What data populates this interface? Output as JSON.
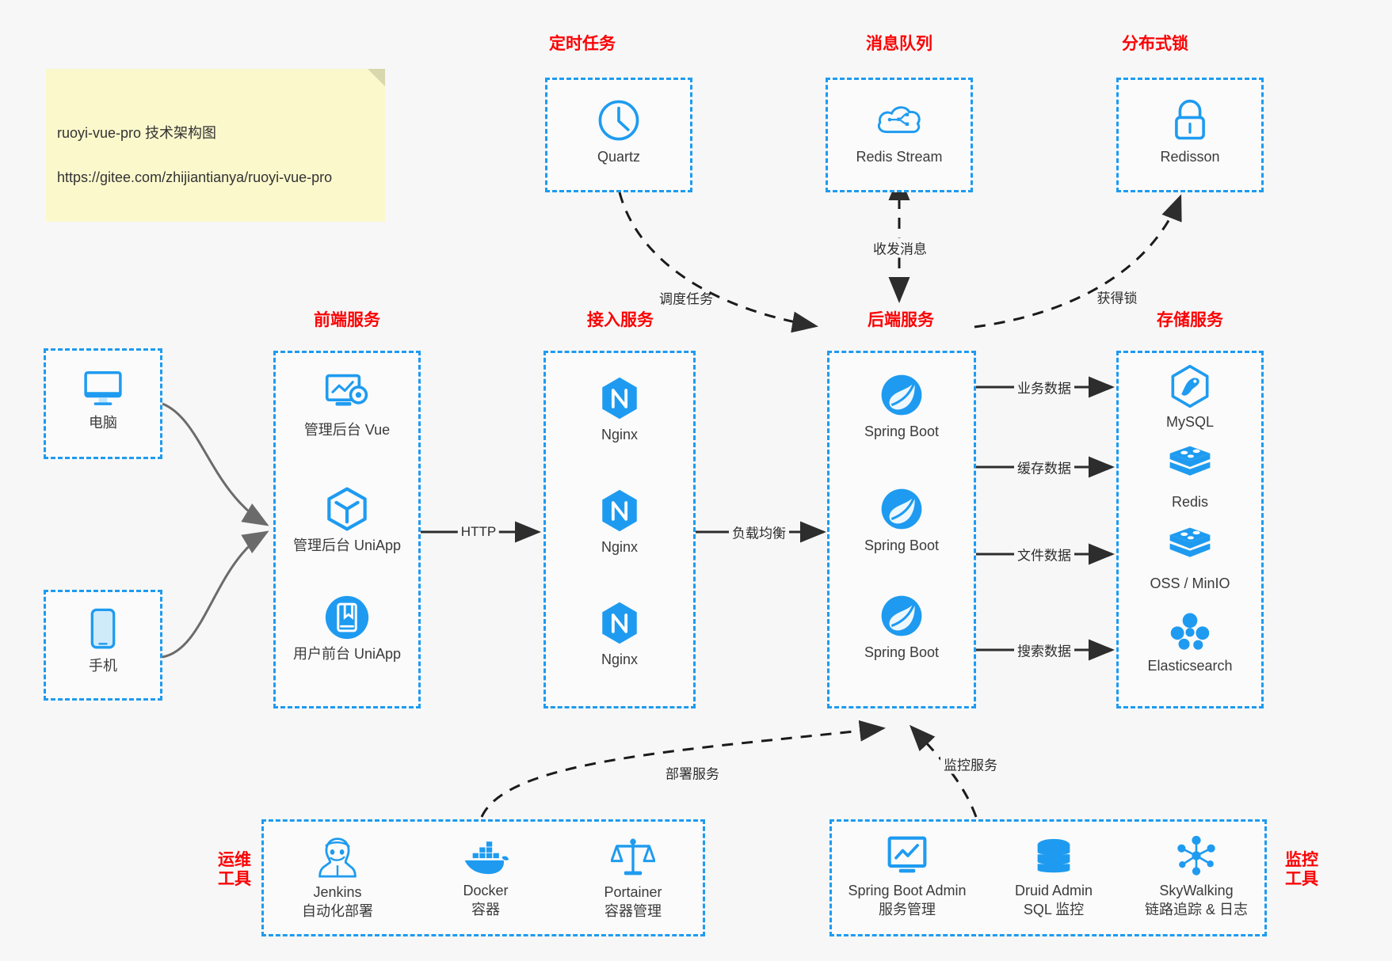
{
  "note": {
    "line1": "ruoyi-vue-pro 技术架构图",
    "line2": "https://gitee.com/zhijiantianya/ruoyi-vue-pro"
  },
  "colors": {
    "accent_blue": "#1e9bf0",
    "title_red": "#fa0204",
    "note_yellow": "#fbf8cc",
    "background": "#f7f7f7",
    "arrow_dark": "#2d2d2d",
    "solid_arrow_gray": "#6b6b6b"
  },
  "groups": {
    "scheduled_task": {
      "title": "定时任务",
      "nodes": [
        {
          "icon": "clock-icon",
          "label": "Quartz"
        }
      ]
    },
    "message_queue": {
      "title": "消息队列",
      "nodes": [
        {
          "icon": "cloud-stream-icon",
          "label": "Redis Stream"
        }
      ]
    },
    "distributed_lock": {
      "title": "分布式锁",
      "nodes": [
        {
          "icon": "lock-icon",
          "label": "Redisson"
        }
      ]
    },
    "clients": {
      "nodes": [
        {
          "icon": "desktop-icon",
          "label": "电脑"
        },
        {
          "icon": "mobile-icon",
          "label": "手机"
        }
      ]
    },
    "frontend": {
      "title": "前端服务",
      "nodes": [
        {
          "icon": "dashboard-gear-icon",
          "label": "管理后台 Vue"
        },
        {
          "icon": "hexagon-cube-icon",
          "label": "管理后台 UniApp"
        },
        {
          "icon": "app-book-icon",
          "label": "用户前台 UniApp"
        }
      ]
    },
    "gateway": {
      "title": "接入服务",
      "nodes": [
        {
          "icon": "nginx-icon",
          "label": "Nginx"
        },
        {
          "icon": "nginx-icon",
          "label": "Nginx"
        },
        {
          "icon": "nginx-icon",
          "label": "Nginx"
        }
      ]
    },
    "backend": {
      "title": "后端服务",
      "nodes": [
        {
          "icon": "spring-boot-icon",
          "label": "Spring Boot"
        },
        {
          "icon": "spring-boot-icon",
          "label": "Spring Boot"
        },
        {
          "icon": "spring-boot-icon",
          "label": "Spring Boot"
        }
      ]
    },
    "storage": {
      "title": "存储服务",
      "nodes": [
        {
          "icon": "mysql-icon",
          "label": "MySQL"
        },
        {
          "icon": "redis-icon",
          "label": "Redis"
        },
        {
          "icon": "oss-icon",
          "label": "OSS / MinIO"
        },
        {
          "icon": "elasticsearch-icon",
          "label": "Elasticsearch"
        }
      ]
    },
    "devops": {
      "title": "运维\n工具",
      "nodes": [
        {
          "icon": "jenkins-icon",
          "label": "Jenkins",
          "sub": "自动化部署"
        },
        {
          "icon": "docker-icon",
          "label": "Docker",
          "sub": "容器"
        },
        {
          "icon": "portainer-icon",
          "label": "Portainer",
          "sub": "容器管理"
        }
      ]
    },
    "monitoring": {
      "title": "监控\n工具",
      "nodes": [
        {
          "icon": "monitor-chart-icon",
          "label": "Spring Boot Admin",
          "sub": "服务管理"
        },
        {
          "icon": "database-stack-icon",
          "label": "Druid Admin",
          "sub": "SQL 监控"
        },
        {
          "icon": "skywalking-icon",
          "label": "SkyWalking",
          "sub": "链路追踪 & 日志"
        }
      ]
    }
  },
  "edges": [
    {
      "id": "http",
      "label": "HTTP"
    },
    {
      "id": "load-balance",
      "label": "负载均衡"
    },
    {
      "id": "schedule-task",
      "label": "调度任务"
    },
    {
      "id": "send-receive-message",
      "label": "收发消息"
    },
    {
      "id": "acquire-lock",
      "label": "获得锁"
    },
    {
      "id": "business-data",
      "label": "业务数据"
    },
    {
      "id": "cache-data",
      "label": "缓存数据"
    },
    {
      "id": "file-data",
      "label": "文件数据"
    },
    {
      "id": "search-data",
      "label": "搜索数据"
    },
    {
      "id": "deploy-service",
      "label": "部署服务"
    },
    {
      "id": "monitor-service",
      "label": "监控服务"
    }
  ]
}
